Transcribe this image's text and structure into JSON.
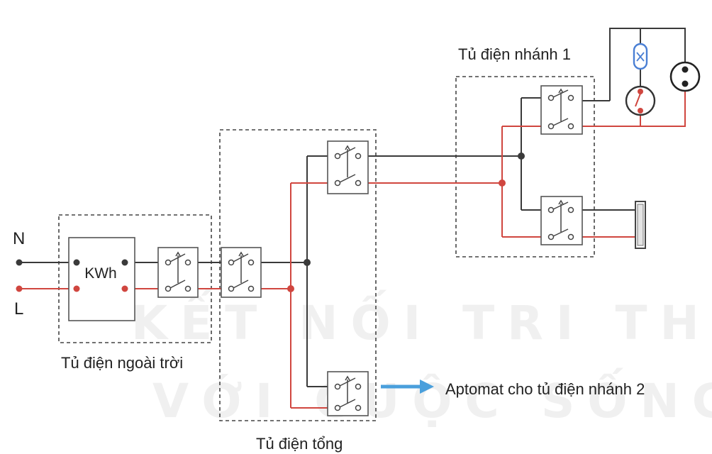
{
  "labels": {
    "n": "N",
    "l": "L",
    "kwh": "KWh",
    "outdoor_box": "Tủ điện ngoài trời",
    "main_box": "Tủ điện tổng",
    "branch1_box": "Tủ điện nhánh 1",
    "branch2_note": "Aptomat cho tủ điện nhánh 2"
  },
  "watermark": {
    "line1": "KẾT NỐI TRI THỨC",
    "line2": "VỚI CUỘC SỐNG"
  },
  "colors": {
    "neutral_wire": "#3a3a3a",
    "live_wire": "#d0463f",
    "arrow": "#4a9fdc",
    "lamp": "#4a7fd4",
    "socket_accent": "#d0463f"
  },
  "icons": [
    "kwh-meter-icon",
    "circuit-breaker-icon",
    "lamp-icon",
    "switch-icon",
    "socket-icon",
    "fan-regulator-icon",
    "arrow-right-icon"
  ]
}
